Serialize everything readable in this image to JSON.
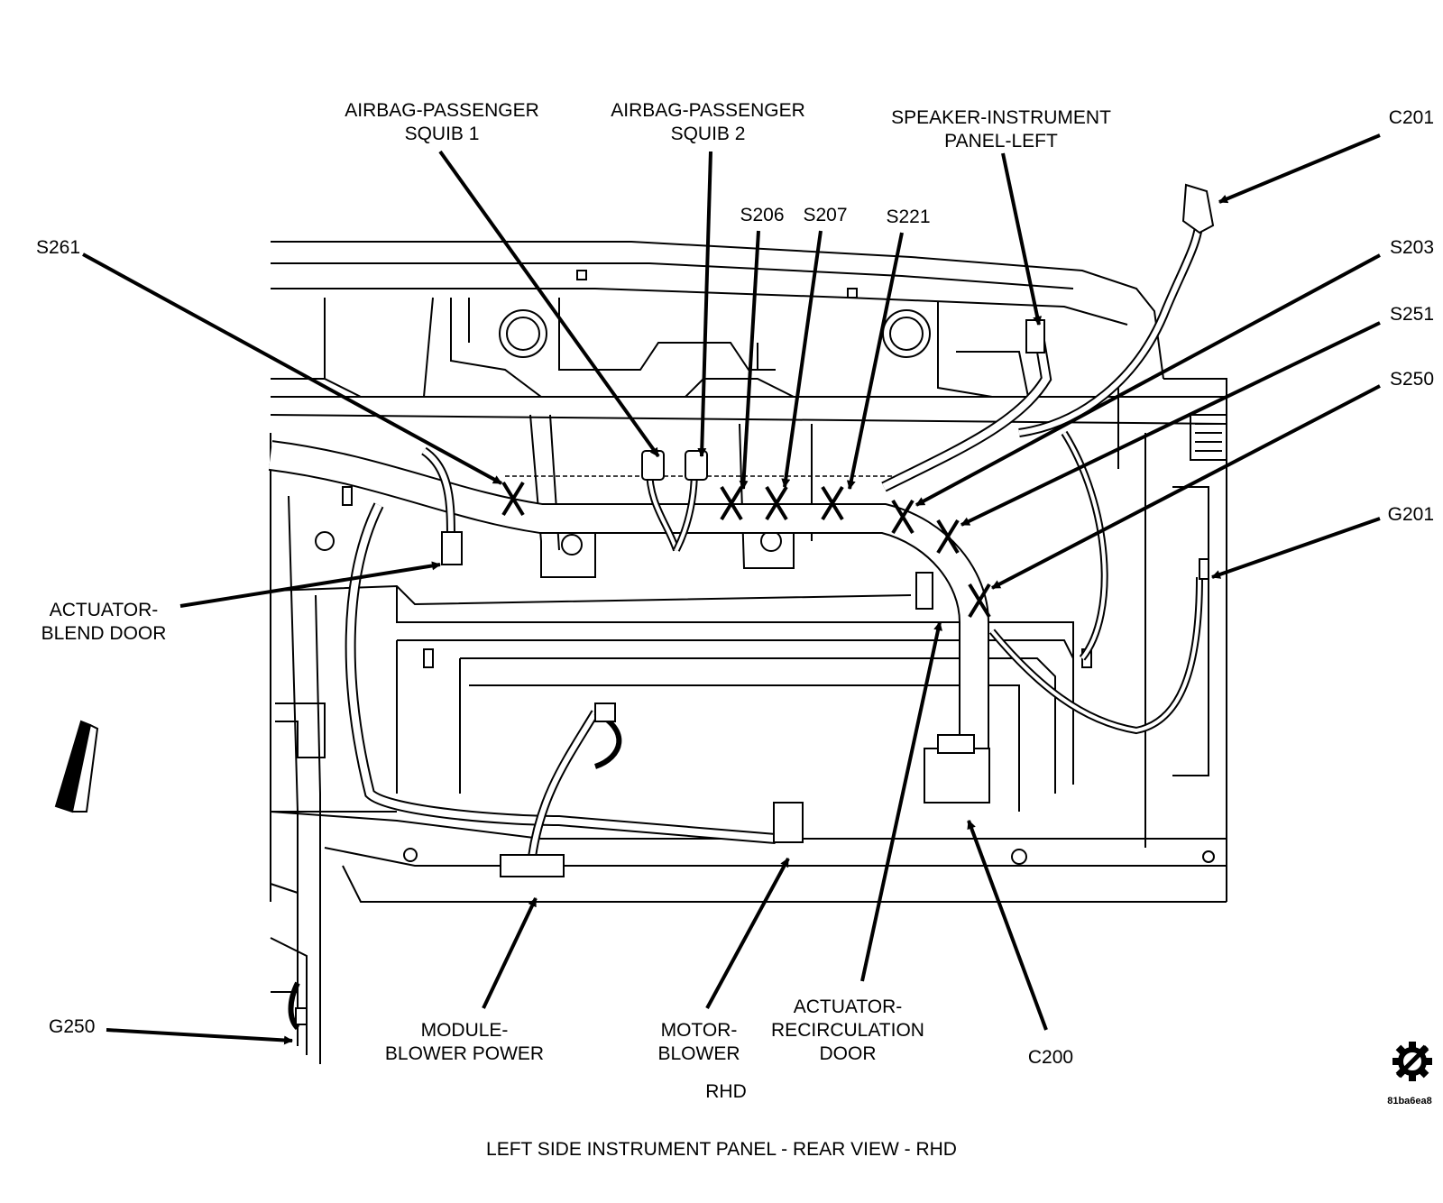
{
  "caption": "LEFT SIDE INSTRUMENT PANEL - REAR VIEW - RHD",
  "variant": "RHD",
  "image_code": "81ba6ea8",
  "icons": {
    "corner_symbol": "gear-icon"
  },
  "labels": {
    "airbag_squib1": [
      "AIRBAG-PASSENGER",
      "SQUIB 1"
    ],
    "airbag_squib2": [
      "AIRBAG-PASSENGER",
      "SQUIB 2"
    ],
    "speaker": [
      "SPEAKER-INSTRUMENT",
      "PANEL-LEFT"
    ],
    "c201": "C201",
    "s206": "S206",
    "s207": "S207",
    "s221": "S221",
    "s261": "S261",
    "s203": "S203",
    "s251": "S251",
    "s250": "S250",
    "g201": "G201",
    "actuator_blend": [
      "ACTUATOR-",
      "BLEND DOOR"
    ],
    "g250": "G250",
    "module_blower": [
      "MODULE-",
      "BLOWER POWER"
    ],
    "motor_blower": [
      "MOTOR-",
      "BLOWER"
    ],
    "actuator_recirc": [
      "ACTUATOR-",
      "RECIRCULATION",
      "DOOR"
    ],
    "c200": "C200"
  }
}
